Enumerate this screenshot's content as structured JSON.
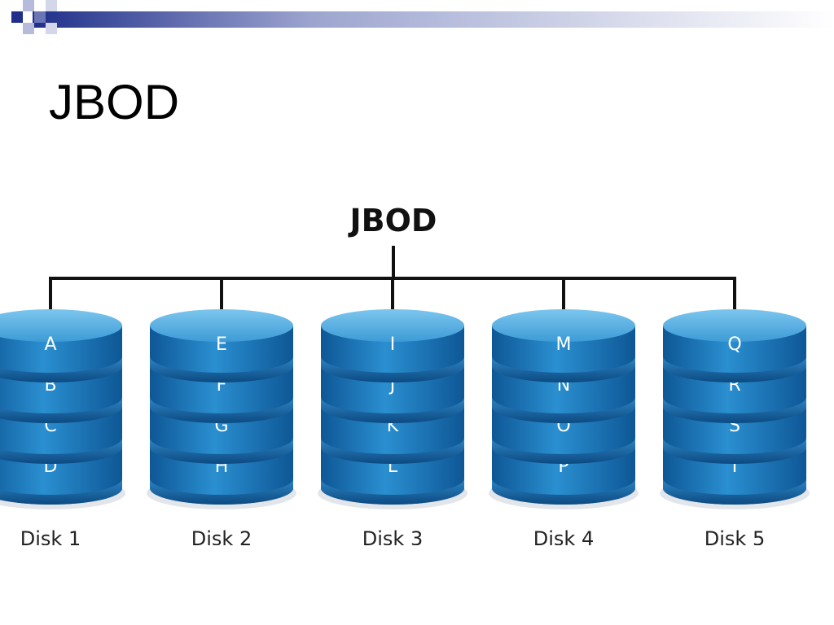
{
  "slide": {
    "title": "JBOD",
    "accent_color": "#1f2f8a"
  },
  "diagram": {
    "heading": "JBOD",
    "disks": [
      {
        "label": "Disk 1",
        "blocks": [
          "A",
          "B",
          "C",
          "D"
        ]
      },
      {
        "label": "Disk 2",
        "blocks": [
          "E",
          "F",
          "G",
          "H"
        ]
      },
      {
        "label": "Disk 3",
        "blocks": [
          "I",
          "J",
          "K",
          "L"
        ]
      },
      {
        "label": "Disk 4",
        "blocks": [
          "M",
          "N",
          "O",
          "P"
        ]
      },
      {
        "label": "Disk 5",
        "blocks": [
          "Q",
          "R",
          "S",
          "T"
        ]
      }
    ],
    "colors": {
      "disk_top": "#5cb3e3",
      "disk_body": "#1a73b8",
      "disk_dark": "#0d4f8c",
      "connector": "#111111"
    }
  }
}
